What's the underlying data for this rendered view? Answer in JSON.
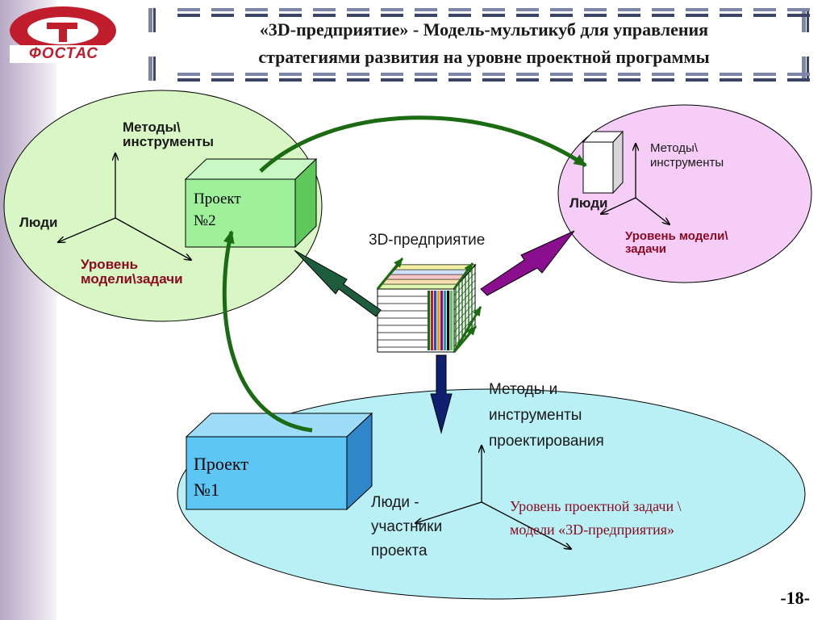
{
  "logo": {
    "text": "ФОСТАС"
  },
  "title": {
    "line1": "«3D-предприятие» - Модель-мультикуб для управления",
    "line2": "стратегиями  развития  на  уровне  проектной  программы"
  },
  "center": {
    "label": "3D-предприятие"
  },
  "left_sphere": {
    "methods_line1": "Методы\\",
    "methods_line2": "инструменты",
    "people": "Люди",
    "level_line1": "Уровень",
    "level_line2": "модели\\задачи",
    "project_line1": "Проект",
    "project_line2": "№2"
  },
  "right_sphere": {
    "methods_line1": "Методы\\",
    "methods_line2": "инструменты",
    "people": "Люди",
    "level_line1": "Уровень модели\\",
    "level_line2": "задачи"
  },
  "bottom_sphere": {
    "methods_line1": "Методы и",
    "methods_line2": "инструменты",
    "methods_line3": "проектирования",
    "people_line1": "Люди -",
    "people_line2": "участники",
    "people_line3": "проекта",
    "level_line1": "Уровень проектной задачи \\",
    "level_line2": "модели «3D-предприятия»",
    "project_line1": "Проект",
    "project_line2": "№1"
  },
  "page_number": "-18-",
  "colors": {
    "left_ellipse": "#d9f7c4",
    "right_ellipse": "#f6cdf6",
    "bottom_ellipse": "#b8f0f6",
    "project2_box": "#9ef09a",
    "project1_box": "#5ec6f5",
    "green_arrow": "#1b6b12",
    "purple_arrow": "#8a0f8f",
    "navy_arrow": "#102070",
    "level_text": "#8b0a22",
    "logo_red": "#c01e2d"
  }
}
